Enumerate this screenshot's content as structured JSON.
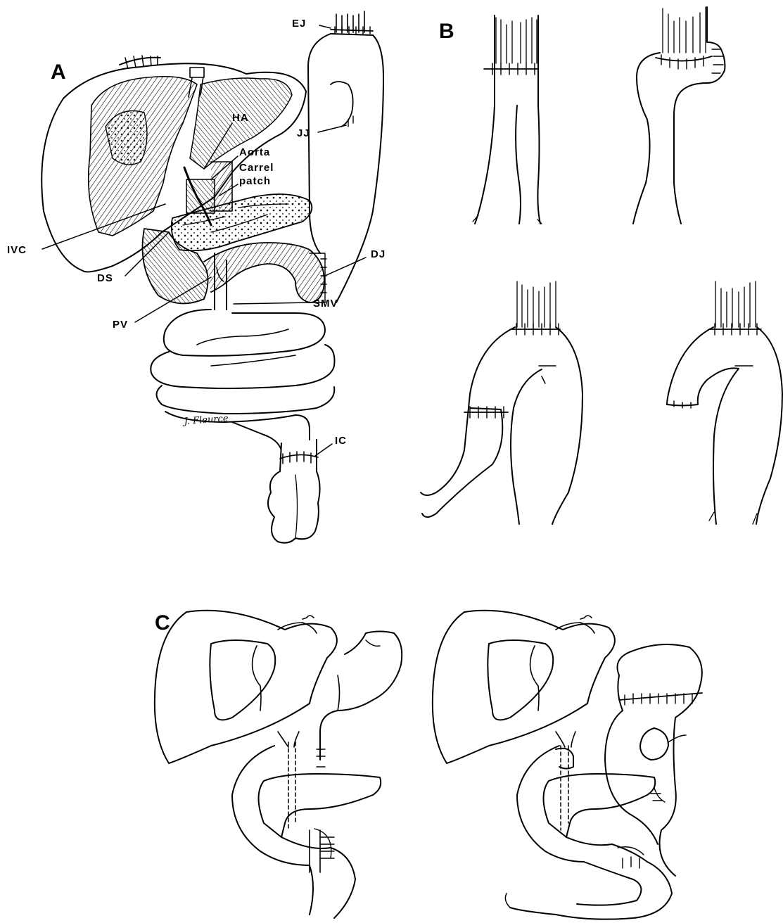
{
  "panels": {
    "a": "A",
    "b": "B",
    "c": "C"
  },
  "labels": {
    "ej": "EJ",
    "jj": "JJ",
    "ha": "HA",
    "aorta": "Aorta",
    "carrel": "Carrel",
    "patch": "patch",
    "ivc": "IVC",
    "ds": "DS",
    "dj": "DJ",
    "pv": "PV",
    "smv": "SMV",
    "ic": "IC"
  },
  "signature": "J. Fleurce",
  "colors": {
    "ink": "#000000",
    "paper": "#ffffff"
  }
}
